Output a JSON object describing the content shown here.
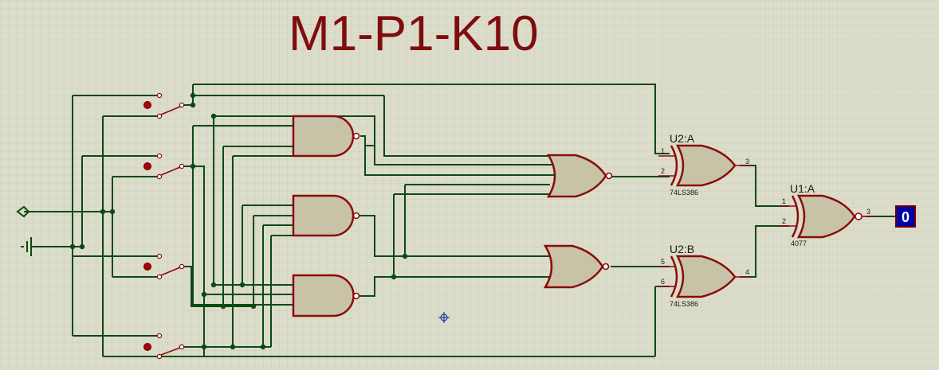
{
  "title": "M1-P1-K10",
  "gates": {
    "u2a": {
      "name": "U2:A",
      "part": "74LS386",
      "pin_in_a": "1",
      "pin_in_b": "2",
      "pin_out": "3"
    },
    "u2b": {
      "name": "U2:B",
      "part": "74LS386",
      "pin_in_a": "5",
      "pin_in_b": "6",
      "pin_out": "4"
    },
    "u1a": {
      "name": "U1:A",
      "part": "4077",
      "pin_in_a": "1",
      "pin_in_b": "2",
      "pin_out": "3"
    }
  },
  "probe": {
    "value": "0"
  },
  "colors": {
    "wire": "#0b4a12",
    "gate_outline": "#8a0c0c",
    "gate_fill": "#c8c3a7",
    "title": "#7f0d0d",
    "probe": "#0000a8",
    "background": "#dcdccb"
  },
  "symbols": [
    "ground-terminal",
    "power-terminal",
    "spst-switch",
    "and-gate",
    "or-gate",
    "xor-gate",
    "xnor-gate",
    "logic-probe"
  ]
}
